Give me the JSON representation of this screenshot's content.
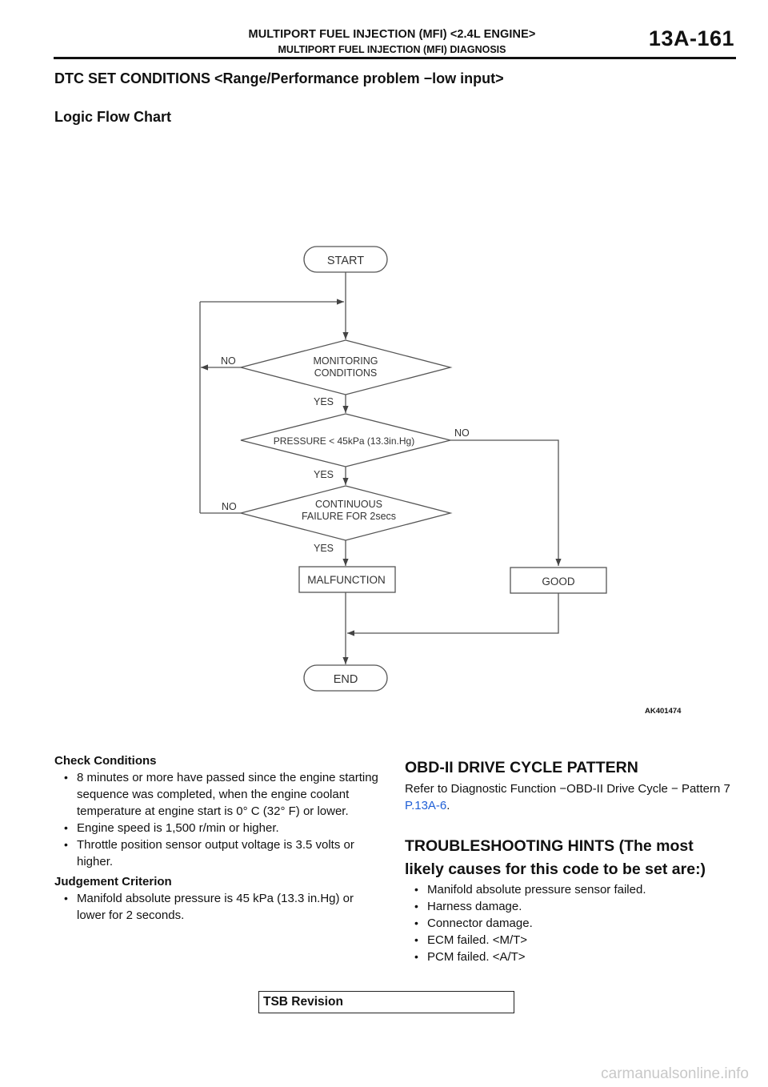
{
  "header": {
    "main_title": "MULTIPORT FUEL INJECTION (MFI) <2.4L ENGINE>",
    "sub_title": "MULTIPORT FUEL INJECTION (MFI) DIAGNOSIS",
    "page_number": "13A-161"
  },
  "section_title": "DTC SET CONDITIONS <Range/Performance problem −low input>",
  "subsection_title": "Logic Flow Chart",
  "flowchart": {
    "start": "START",
    "monitoring_line1": "MONITORING",
    "monitoring_line2": "CONDITIONS",
    "pressure": "PRESSURE < 45kPa (13.3in.Hg)",
    "continuous_line1": "CONTINUOUS",
    "continuous_line2": "FAILURE FOR 2secs",
    "malfunction": "MALFUNCTION",
    "good": "GOOD",
    "end": "END",
    "yes": "YES",
    "no": "NO",
    "figure_code": "AK401474"
  },
  "check_conditions": {
    "heading": "Check Conditions",
    "items": [
      "8 minutes or more have passed since the engine starting sequence was completed, when the engine coolant temperature at engine start is 0° C (32° F) or lower.",
      "Engine speed is 1,500 r/min or higher.",
      "Throttle position sensor output voltage is 3.5 volts or higher."
    ]
  },
  "judgement_criterion": {
    "heading": "Judgement Criterion",
    "items": [
      "Manifold absolute pressure is 45 kPa (13.3 in.Hg) or lower for 2 seconds."
    ]
  },
  "obd": {
    "heading": "OBD-II DRIVE CYCLE PATTERN",
    "text": "Refer to Diagnostic Function −OBD-II Drive Cycle − Pattern 7 ",
    "link": "P.13A-6",
    "suffix": "."
  },
  "troubleshooting": {
    "heading_line1": "TROUBLESHOOTING HINTS (The most",
    "heading_line2": "likely causes for this code to be set are:)",
    "items": [
      "Manifold absolute pressure sensor failed.",
      "Harness damage.",
      "Connector damage.",
      "ECM failed. <M/T>",
      "PCM failed. <A/T>"
    ]
  },
  "footer": {
    "tsb_label": "TSB Revision",
    "watermark": "carmanualsonline.info"
  }
}
